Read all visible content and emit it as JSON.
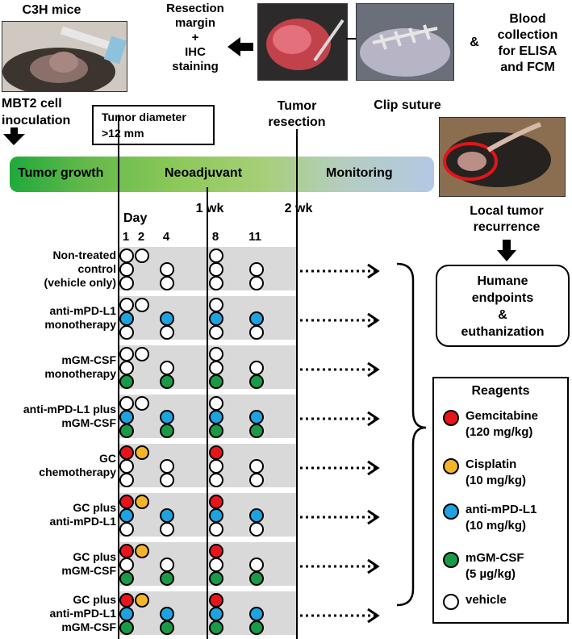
{
  "top": {
    "mice_label": "C3H mice",
    "inoculation_label": [
      "MBT2 cell",
      "inoculation"
    ],
    "resection_margin_label": [
      "Resection",
      "margin",
      "+",
      "IHC",
      "staining"
    ],
    "tumor_resection_label": [
      "Tumor",
      "resection"
    ],
    "clip_suture_label": "Clip suture",
    "ampersand": "&",
    "blood_label": [
      "Blood",
      "collection",
      "for ELISA",
      "and FCM"
    ],
    "tumor_diameter_box": [
      "Tumor diameter",
      ">12 mm"
    ]
  },
  "timeline": {
    "phases": [
      "Tumor growth",
      "Neoadjuvant",
      "Monitoring"
    ],
    "marks": [
      "1 wk",
      "2 wk"
    ],
    "day_label": "Day",
    "days": [
      "1",
      "2",
      "4",
      "8",
      "11"
    ]
  },
  "recurrence": {
    "label": [
      "Local tumor",
      "recurrence"
    ],
    "endpoint_label": [
      "Humane",
      "endpoints",
      "&",
      "euthanization"
    ]
  },
  "groups": [
    {
      "label": [
        "Non-treated",
        "control",
        "(vehicle only)"
      ],
      "d1": [
        "vehicle",
        "vehicle",
        "vehicle"
      ],
      "d2": [
        "vehicle"
      ],
      "d4": [
        "vehicle",
        "vehicle"
      ],
      "d8": [
        "vehicle",
        "vehicle",
        "vehicle"
      ],
      "d11": [
        "vehicle",
        "vehicle"
      ]
    },
    {
      "label": [
        "anti-mPD-L1",
        "monotherapy"
      ],
      "d1": [
        "vehicle",
        "antipdl1",
        "vehicle"
      ],
      "d2": [
        "vehicle"
      ],
      "d4": [
        "antipdl1",
        "vehicle"
      ],
      "d8": [
        "vehicle",
        "antipdl1",
        "vehicle"
      ],
      "d11": [
        "antipdl1",
        "vehicle"
      ]
    },
    {
      "label": [
        "mGM-CSF",
        "monotherapy"
      ],
      "d1": [
        "vehicle",
        "vehicle",
        "gmcsf"
      ],
      "d2": [
        "vehicle"
      ],
      "d4": [
        "vehicle",
        "gmcsf"
      ],
      "d8": [
        "vehicle",
        "vehicle",
        "gmcsf"
      ],
      "d11": [
        "vehicle",
        "gmcsf"
      ]
    },
    {
      "label": [
        "anti-mPD-L1 plus",
        "mGM-CSF"
      ],
      "d1": [
        "vehicle",
        "antipdl1",
        "gmcsf"
      ],
      "d2": [
        "vehicle"
      ],
      "d4": [
        "antipdl1",
        "gmcsf"
      ],
      "d8": [
        "vehicle",
        "antipdl1",
        "gmcsf"
      ],
      "d11": [
        "antipdl1",
        "gmcsf"
      ]
    },
    {
      "label": [
        "GC",
        "chemotherapy"
      ],
      "d1": [
        "gemcitabine",
        "vehicle",
        "vehicle"
      ],
      "d2": [
        "cisplatin"
      ],
      "d4": [
        "vehicle",
        "vehicle"
      ],
      "d8": [
        "gemcitabine",
        "vehicle",
        "vehicle"
      ],
      "d11": [
        "vehicle",
        "vehicle"
      ]
    },
    {
      "label": [
        "GC plus",
        "anti-mPD-L1"
      ],
      "d1": [
        "gemcitabine",
        "antipdl1",
        "vehicle"
      ],
      "d2": [
        "cisplatin"
      ],
      "d4": [
        "antipdl1",
        "vehicle"
      ],
      "d8": [
        "gemcitabine",
        "antipdl1",
        "vehicle"
      ],
      "d11": [
        "antipdl1",
        "vehicle"
      ]
    },
    {
      "label": [
        "GC plus",
        "mGM-CSF"
      ],
      "d1": [
        "gemcitabine",
        "vehicle",
        "gmcsf"
      ],
      "d2": [
        "cisplatin"
      ],
      "d4": [
        "vehicle",
        "gmcsf"
      ],
      "d8": [
        "gemcitabine",
        "vehicle",
        "gmcsf"
      ],
      "d11": [
        "vehicle",
        "gmcsf"
      ]
    },
    {
      "label": [
        "GC plus",
        "anti-mPD-L1",
        "mGM-CSF"
      ],
      "d1": [
        "gemcitabine",
        "antipdl1",
        "gmcsf"
      ],
      "d2": [
        "cisplatin"
      ],
      "d4": [
        "antipdl1",
        "gmcsf"
      ],
      "d8": [
        "gemcitabine",
        "antipdl1",
        "gmcsf"
      ],
      "d11": [
        "antipdl1",
        "gmcsf"
      ]
    }
  ],
  "legend": {
    "title": "Reagents",
    "items": [
      {
        "key": "gemcitabine",
        "label": [
          "Gemcitabine",
          "(120 mg/kg)"
        ],
        "color": "#e8141c"
      },
      {
        "key": "cisplatin",
        "label": [
          "Cisplatin",
          "(10 mg/kg)"
        ],
        "color": "#f5b52a"
      },
      {
        "key": "antipdl1",
        "label": [
          "anti-mPD-L1",
          "(10 mg/kg)"
        ],
        "color": "#1ea3e0"
      },
      {
        "key": "gmcsf",
        "label": [
          "mGM-CSF",
          "(5 µg/kg)"
        ],
        "color": "#1a9a47"
      },
      {
        "key": "vehicle",
        "label": [
          "vehicle"
        ],
        "color": "#ffffff"
      }
    ]
  }
}
